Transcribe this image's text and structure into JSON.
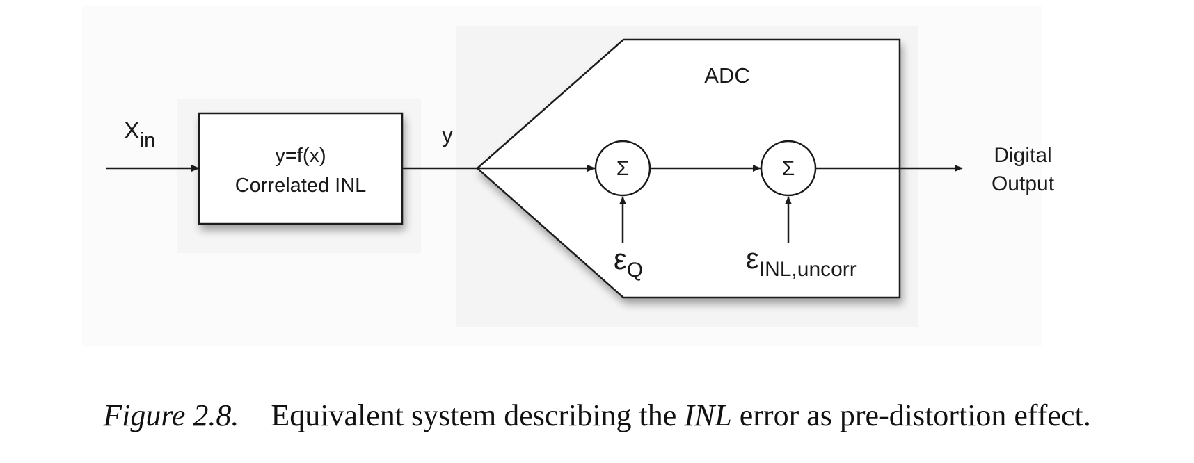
{
  "diagram": {
    "input_label_main": "X",
    "input_label_sub": "in",
    "inl_block_line1": "y=f(x)",
    "inl_block_line2": "Correlated INL",
    "signal_label": "y",
    "adc_label": "ADC",
    "sum1_symbol": "Σ",
    "sum2_symbol": "Σ",
    "error_q_main": "ε",
    "error_q_sub": "Q",
    "error_inl_main": "ε",
    "error_inl_sub": "INL,uncorr",
    "output_line1": "Digital",
    "output_line2": "Output"
  },
  "caption": {
    "figure_label": "Figure 2.8.",
    "text_before": "Equivalent system describing the ",
    "text_emph": "INL",
    "text_after": " error as pre-distortion effect."
  }
}
